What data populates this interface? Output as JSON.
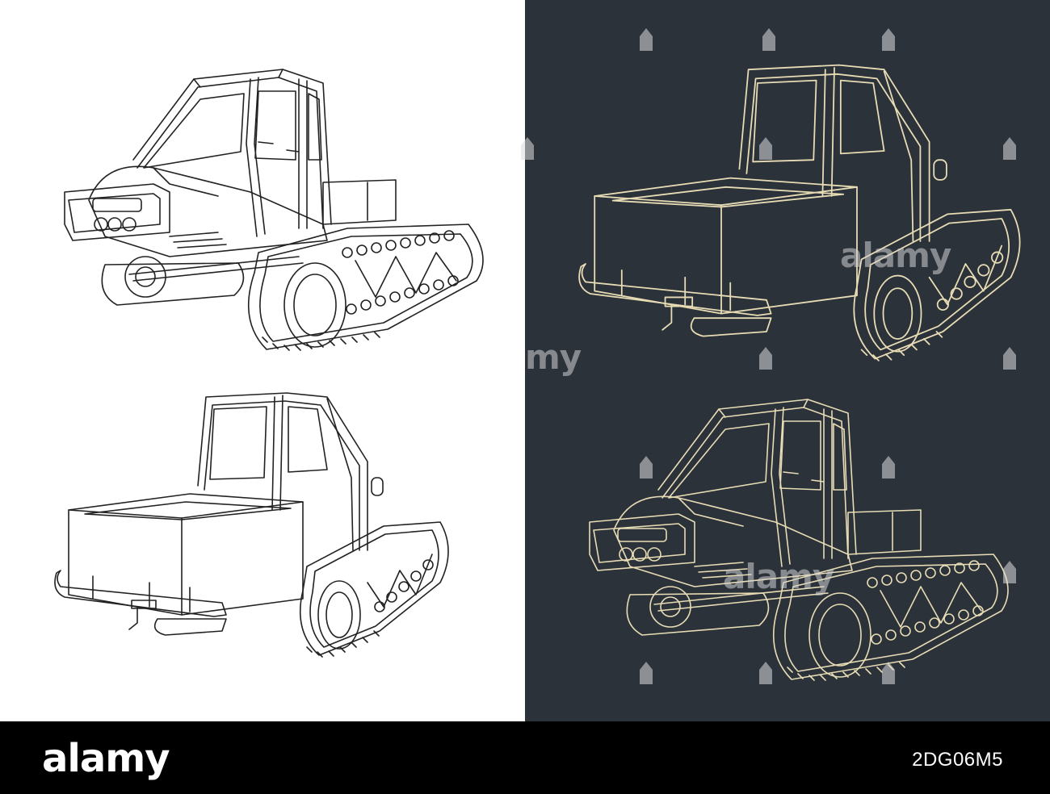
{
  "footer": {
    "brand": "alamy",
    "image_id": "2DG06M5"
  },
  "watermark": {
    "text": "alamy",
    "fragment": "my"
  },
  "colors": {
    "dark_bg": "#2b323a",
    "cream_line": "#e8dcb5",
    "black_line": "#222222",
    "footer_bg": "#000000"
  },
  "views": [
    {
      "name": "front-three-quarter",
      "style": "black-on-white"
    },
    {
      "name": "rear-three-quarter",
      "style": "black-on-white"
    },
    {
      "name": "rear-three-quarter",
      "style": "cream-on-dark"
    },
    {
      "name": "front-three-quarter",
      "style": "cream-on-dark"
    }
  ]
}
